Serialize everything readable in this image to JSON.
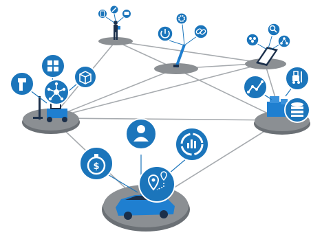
{
  "colors": {
    "link": "#a7abaf",
    "platform_top": "#8b8f93",
    "platform_side": "#6b7075",
    "icon_bubble": "#1b75bb",
    "icon_bubble_ring": "#ffffff",
    "icon_glyph": "#ffffff",
    "device_blue": "#1f7fd0",
    "device_dark": "#1b2f4a"
  },
  "nodes": [
    {
      "id": "hub-car",
      "device": "car",
      "icons": [
        "map-pin-route-icon",
        "user-icon",
        "analytics-icon",
        "cost-dollar-icon"
      ]
    },
    {
      "id": "hub-forklift",
      "device": "forklift",
      "icons": [
        "scanner-gun-icon",
        "puzzle-icon",
        "network-nodes-icon",
        "package-box-icon"
      ]
    },
    {
      "id": "hub-warehouse",
      "device": "storage-rack",
      "icons": [
        "line-chart-icon",
        "forklift-icon",
        "database-icon"
      ]
    },
    {
      "id": "hub-worker",
      "device": "person-with-tablet",
      "icons": [
        "tablet-icon",
        "wrench-icon",
        "message-bubble-icon"
      ]
    },
    {
      "id": "hub-control",
      "device": "control-pole",
      "icons": [
        "power-icon",
        "settings-gear-icon",
        "link-icon"
      ]
    },
    {
      "id": "hub-tablet",
      "device": "tablet-device",
      "icons": [
        "team-icon",
        "search-icon",
        "share-icon"
      ]
    }
  ]
}
